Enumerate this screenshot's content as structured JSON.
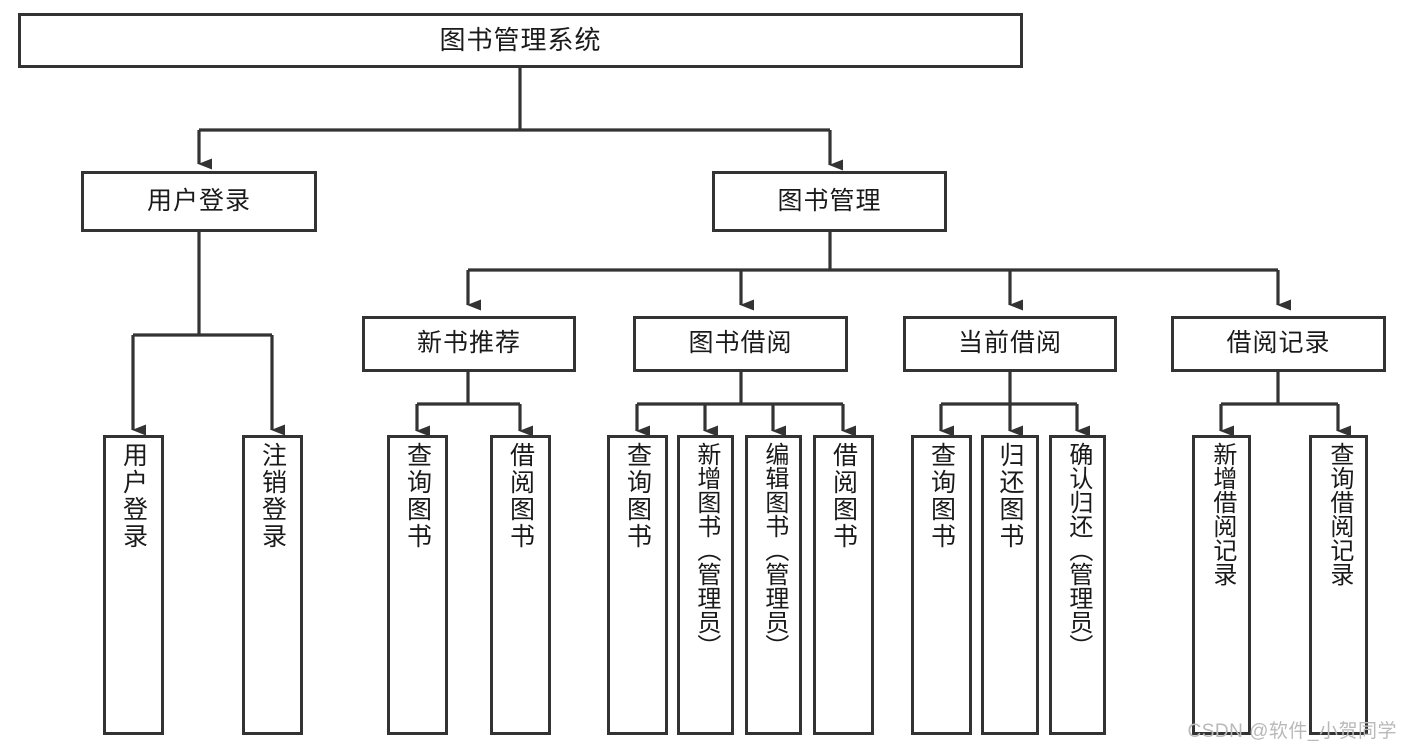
{
  "diagram": {
    "title": "图书管理系统",
    "type": "hierarchy-tree",
    "line_color": "#333333",
    "box_fill": "#ffffff",
    "text_color": "#1a1a1a"
  },
  "root": {
    "label": "图书管理系统"
  },
  "level2": [
    {
      "label": "用户登录"
    },
    {
      "label": "图书管理"
    }
  ],
  "level3": [
    {
      "label": "新书推荐"
    },
    {
      "label": "图书借阅"
    },
    {
      "label": "当前借阅"
    },
    {
      "label": "借阅记录"
    }
  ],
  "leaves": {
    "user_login": [
      {
        "label": "用户登录"
      },
      {
        "label": "注销登录"
      }
    ],
    "new_book_recommend": [
      {
        "label": "查询图书"
      },
      {
        "label": "借阅图书"
      }
    ],
    "book_borrow": [
      {
        "label": "查询图书"
      },
      {
        "label": "新增图书（管理员）"
      },
      {
        "label": "编辑图书（管理员）"
      },
      {
        "label": "借阅图书"
      }
    ],
    "current_borrow": [
      {
        "label": "查询图书"
      },
      {
        "label": "归还图书"
      },
      {
        "label": "确认归还（管理员）"
      }
    ],
    "borrow_record": [
      {
        "label": "新增借阅记录"
      },
      {
        "label": "查询借阅记录"
      }
    ]
  },
  "watermark": {
    "text": "CSDN @软件_小贺同学"
  }
}
